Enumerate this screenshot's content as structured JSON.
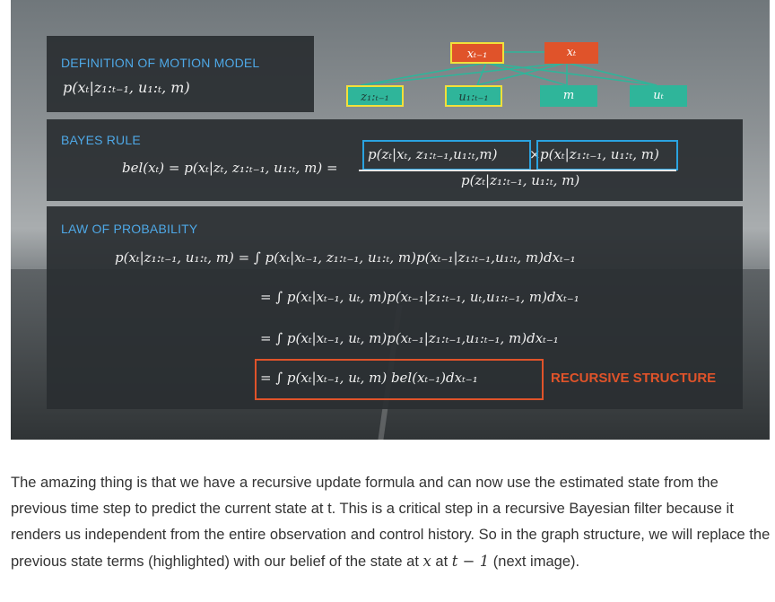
{
  "sections": {
    "motion_model": {
      "title": "DEFINITION OF MOTION MODEL",
      "formula": "p(xₜ|z₁:ₜ₋₁, u₁:ₜ, m)"
    },
    "bayes_rule": {
      "title": "BAYES RULE",
      "lhs": "bel(xₜ) = p(xₜ|zₜ, z₁:ₜ₋₁, u₁:ₜ, m) =",
      "numerator_left": "p(zₜ|xₜ, z₁:ₜ₋₁,u₁:ₜ,m)",
      "times": "×",
      "numerator_right": "p(xₜ|z₁:ₜ₋₁, u₁:ₜ, m)",
      "denominator": "p(zₜ|z₁:ₜ₋₁, u₁:ₜ, m)"
    },
    "law_of_probability": {
      "title": "LAW OF PROBABILITY",
      "line1": "p(xₜ|z₁:ₜ₋₁, u₁:ₜ, m) = ∫ p(xₜ|xₜ₋₁, z₁:ₜ₋₁, u₁:ₜ, m)p(xₜ₋₁|z₁:ₜ₋₁,u₁:ₜ, m)dxₜ₋₁",
      "line2": "= ∫ p(xₜ|xₜ₋₁, uₜ, m)p(xₜ₋₁|z₁:ₜ₋₁, uₜ,u₁:ₜ₋₁, m)dxₜ₋₁",
      "line3": "= ∫ p(xₜ|xₜ₋₁, uₜ, m)p(xₜ₋₁|z₁:ₜ₋₁,u₁:ₜ₋₁, m)dxₜ₋₁",
      "line4": "= ∫ p(xₜ|xₜ₋₁, uₜ, m) bel(xₜ₋₁)dxₜ₋₁",
      "recursive_label": "RECURSIVE STRUCTURE"
    }
  },
  "graph": {
    "nodes": {
      "x_prev": "xₜ₋₁",
      "x_t": "xₜ",
      "z": "z₁:ₜ₋₁",
      "u": "u₁:ₜ₋₁",
      "m": "m",
      "u_t": "uₜ"
    },
    "colors": {
      "state": "#e0532a",
      "obs": "#2fb59a",
      "highlight": "#f2e03a",
      "edge": "#2fb59a"
    }
  },
  "caption": {
    "text_before": "The amazing thing is that we have a recursive update formula and can now use the estimated state from the previous time step to predict the current state at t. This is a critical step in a recursive Bayesian filter because it renders us independent from the entire observation and control history. So in the graph structure, we will replace the previous state terms (highlighted) with our belief of the state at ",
    "x_symbol": "x",
    "at_word": " at ",
    "t_minus_1": "t − 1",
    "text_after": " (next image)."
  }
}
